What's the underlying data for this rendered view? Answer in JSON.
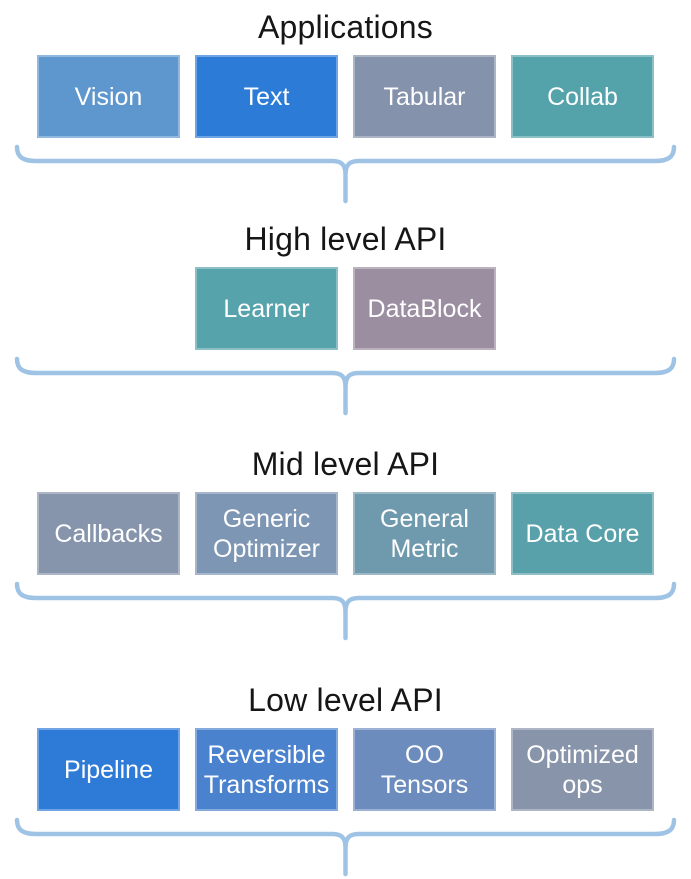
{
  "diagram": {
    "background": "#ffffff",
    "title_color": "#161616",
    "box_text_color": "#ffffff",
    "brace_color": "#9fc3e5",
    "sections": [
      {
        "title": "Applications",
        "boxes": [
          {
            "label": "Vision",
            "color": "#5d97ce"
          },
          {
            "label": "Text",
            "color": "#2b7bd7"
          },
          {
            "label": "Tabular",
            "color": "#8492ab"
          },
          {
            "label": "Collab",
            "color": "#54a3ab"
          }
        ]
      },
      {
        "title": "High level API",
        "boxes": [
          {
            "label": "Learner",
            "color": "#57a3ab"
          },
          {
            "label": "DataBlock",
            "color": "#9c8ea1"
          }
        ]
      },
      {
        "title": "Mid level API",
        "boxes": [
          {
            "label": "Callbacks",
            "color": "#8694ac"
          },
          {
            "label": "Generic Optimizer",
            "color": "#7d96b3"
          },
          {
            "label": "General Metric",
            "color": "#6f99ac"
          },
          {
            "label": "Data Core",
            "color": "#58a1aa"
          }
        ]
      },
      {
        "title": "Low level API",
        "boxes": [
          {
            "label": "Pipeline",
            "color": "#2e7ad7"
          },
          {
            "label": "Reversible Transforms",
            "color": "#4b82ce"
          },
          {
            "label": "OO Tensors",
            "color": "#6d8cbe"
          },
          {
            "label": "Optimized ops",
            "color": "#8894aa"
          }
        ]
      }
    ]
  }
}
